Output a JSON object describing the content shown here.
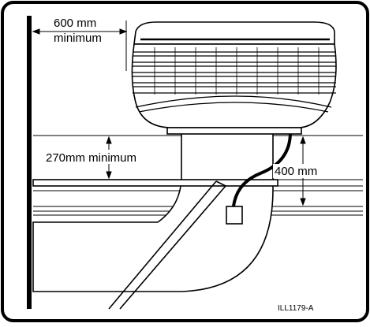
{
  "colors": {
    "line": "#000000",
    "background": "#ffffff",
    "unit_fill": "#ffffff"
  },
  "labels": {
    "wall_clearance_line1": "600 mm",
    "wall_clearance_line2": "minimum",
    "duct_clearance": "270mm minimum",
    "drop_height": "400 mm",
    "ref_code": "ILL1179-A"
  }
}
